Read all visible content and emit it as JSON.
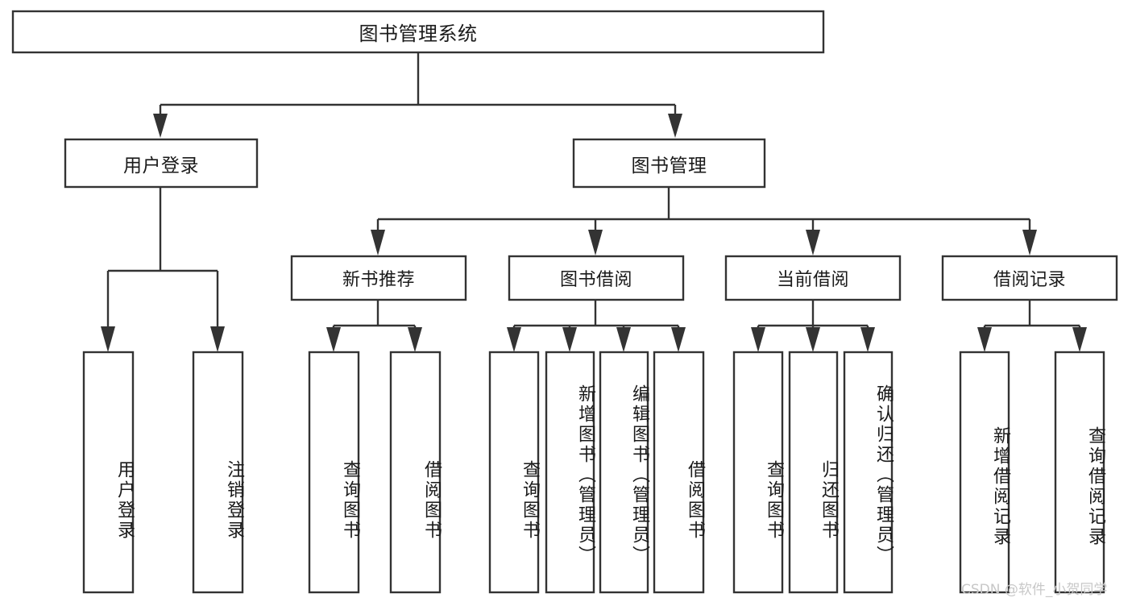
{
  "diagram": {
    "title": "图书管理系统",
    "type": "hierarchy-tree",
    "root": {
      "label": "图书管理系统",
      "orientation": "horizontal"
    },
    "level2": [
      {
        "label": "用户登录",
        "orientation": "horizontal"
      },
      {
        "label": "图书管理",
        "orientation": "horizontal"
      }
    ],
    "level3": [
      {
        "label": "新书推荐",
        "orientation": "horizontal",
        "parent": "图书管理"
      },
      {
        "label": "图书借阅",
        "orientation": "horizontal",
        "parent": "图书管理"
      },
      {
        "label": "当前借阅",
        "orientation": "horizontal",
        "parent": "图书管理"
      },
      {
        "label": "借阅记录",
        "orientation": "horizontal",
        "parent": "图书管理"
      }
    ],
    "leaves": {
      "user_login": [
        {
          "label": "用户登录",
          "orientation": "vertical"
        },
        {
          "label": "注销登录",
          "orientation": "vertical"
        }
      ],
      "new_book_recommend": [
        {
          "label": "查询图书",
          "orientation": "vertical"
        },
        {
          "label": "借阅图书",
          "orientation": "vertical"
        }
      ],
      "book_borrow": [
        {
          "label": "查询图书",
          "orientation": "vertical"
        },
        {
          "label": "新增图书（管理员）",
          "orientation": "vertical"
        },
        {
          "label": "编辑图书（管理员）",
          "orientation": "vertical"
        },
        {
          "label": "借阅图书",
          "orientation": "vertical"
        }
      ],
      "current_borrow": [
        {
          "label": "查询图书",
          "orientation": "vertical"
        },
        {
          "label": "归还图书",
          "orientation": "vertical"
        },
        {
          "label": "确认归还（管理员）",
          "orientation": "vertical"
        }
      ],
      "borrow_records": [
        {
          "label": "新增借阅记录",
          "orientation": "vertical"
        },
        {
          "label": "查询借阅记录",
          "orientation": "vertical"
        }
      ]
    },
    "colors": {
      "box_stroke": "#333333",
      "box_fill": "#ffffff",
      "text": "#1a1a1a",
      "background": "#ffffff",
      "watermark": "#c8c8c8"
    }
  },
  "watermark": {
    "text": "CSDN @软件_小贺同学"
  }
}
